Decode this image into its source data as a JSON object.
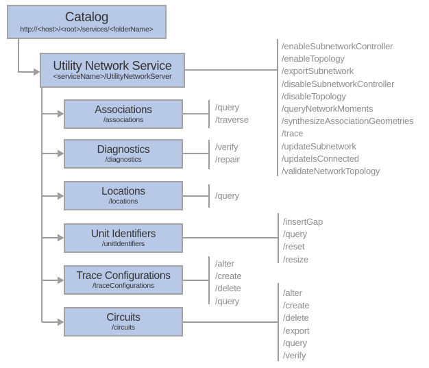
{
  "colors": {
    "box_fill": "#b8c9e8",
    "box_border": "#a3a3a3",
    "connector": "#9d9d9d",
    "title_text": "#333333",
    "operation_text": "#8c8c8c"
  },
  "catalog": {
    "title": "Catalog",
    "path": "http://<host>/<root>/services/<folderName>"
  },
  "service": {
    "title": "Utility Network Service",
    "path": "<serviceName>/UtilityNetworkServer",
    "operations": [
      "/enableSubnetworkController",
      "/enableTopology",
      "/exportSubnetwork",
      "/disableSubnetworkController",
      "/disableTopology",
      "/queryNetworkMoments",
      "/synthesizeAssociationGeometries",
      "/trace",
      "/updateSubnetwork",
      "/updateIsConnected",
      "/validateNetworkTopology"
    ]
  },
  "resources": [
    {
      "title": "Associations",
      "path": "/associations",
      "operations": [
        "/query",
        "/traverse"
      ]
    },
    {
      "title": "Diagnostics",
      "path": "/diagnostics",
      "operations": [
        "/verify",
        "/repair"
      ]
    },
    {
      "title": "Locations",
      "path": "/locations",
      "operations": [
        "/query"
      ]
    },
    {
      "title": "Unit Identifiers",
      "path": "/unitIdentifiers",
      "operations": [
        "/insertGap",
        "/query",
        "/reset",
        "/resize"
      ]
    },
    {
      "title": "Trace Configurations",
      "path": "/traceConfigurations",
      "operations": [
        "/alter",
        "/create",
        "/delete",
        "/query"
      ]
    },
    {
      "title": "Circuits",
      "path": "/circuits",
      "operations": [
        "/alter",
        "/create",
        "/delete",
        "/export",
        "/query",
        "/verify"
      ]
    }
  ]
}
